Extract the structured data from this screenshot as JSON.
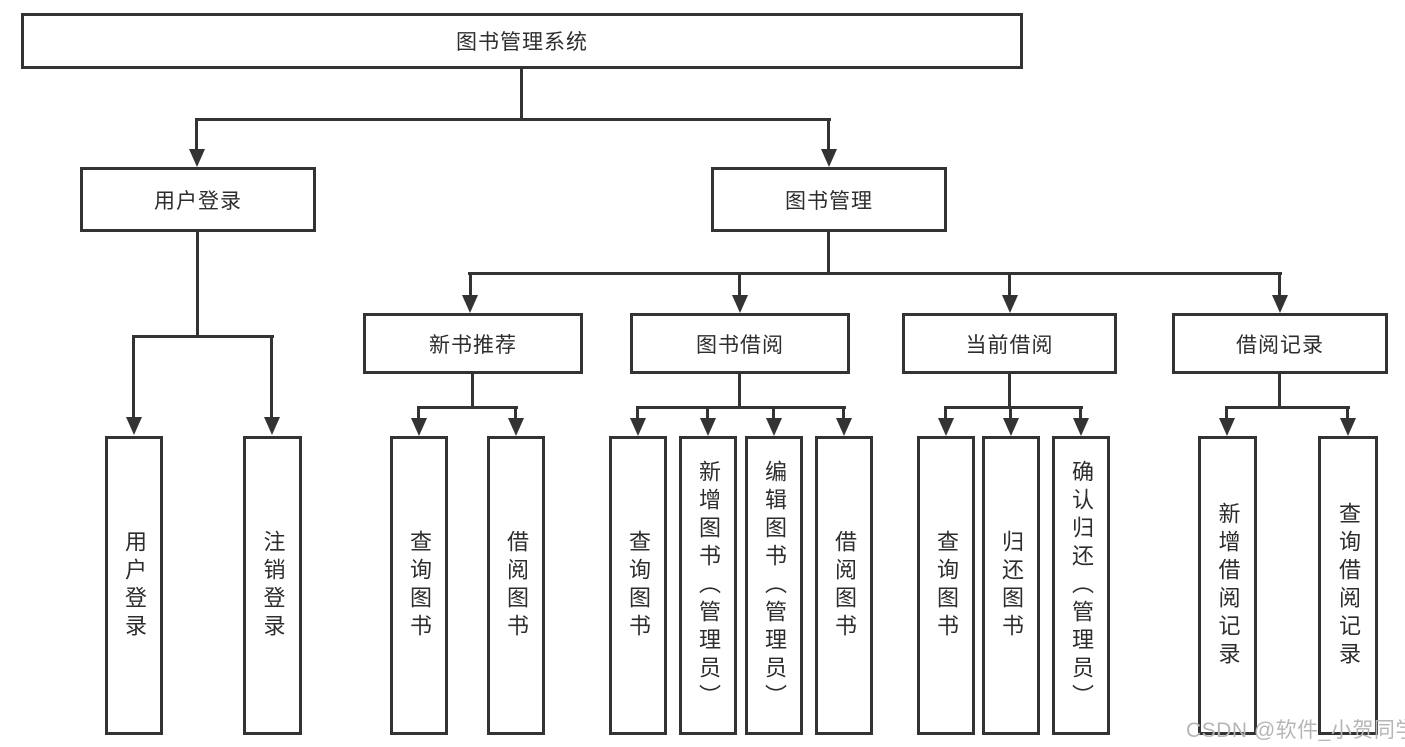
{
  "diagram": {
    "root": "图书管理系统",
    "level2": [
      "用户登录",
      "图书管理"
    ],
    "level3": [
      "新书推荐",
      "图书借阅",
      "当前借阅",
      "借阅记录"
    ],
    "leaves": {
      "user_login": [
        "用户登录",
        "注销登录"
      ],
      "new_book_recommend": [
        "查询图书",
        "借阅图书"
      ],
      "book_borrow": [
        "查询图书",
        "新增图书（管理员）",
        "编辑图书（管理员）",
        "借阅图书"
      ],
      "current_borrow": [
        "查询图书",
        "归还图书",
        "确认归还（管理员）"
      ],
      "borrow_records": [
        "新增借阅记录",
        "查询借阅记录"
      ]
    }
  },
  "watermark": {
    "text": "CSDN @软件_小贺同学",
    "color": "#b5b6b8"
  },
  "colors": {
    "line": "#333333",
    "border": "#333333",
    "text": "#2d2d2d",
    "background": "#ffffff"
  }
}
